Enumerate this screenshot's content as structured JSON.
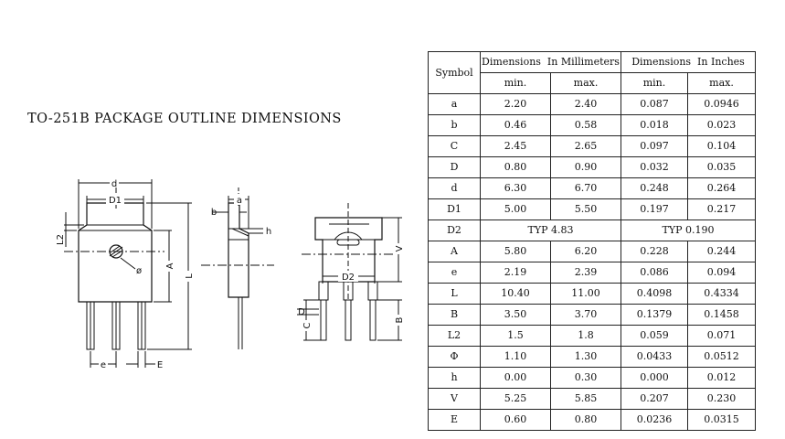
{
  "title": "TO-251B PACKAGE OUTLINE DIMENSIONS",
  "drawing_labels": {
    "d": "d",
    "D1": "D1",
    "L2": "L2",
    "A": "A",
    "L": "L",
    "phi": "ø",
    "e": "e",
    "E": "E",
    "a": "a",
    "b": "b",
    "h": "h",
    "V": "V",
    "D2": "D2",
    "D": "D",
    "C": "C",
    "B": "B"
  },
  "table": {
    "symbol_header": "Symbol",
    "mm_header": "Dimensions  In Millimeters",
    "in_header": "Dimensions  In Inches",
    "min_label": "min.",
    "max_label": "max.",
    "rows": [
      {
        "symbol": "a",
        "mm_min": "2.20",
        "mm_max": "2.40",
        "in_min": "0.087",
        "in_max": "0.0946"
      },
      {
        "symbol": "b",
        "mm_min": "0.46",
        "mm_max": "0.58",
        "in_min": "0.018",
        "in_max": "0.023"
      },
      {
        "symbol": "C",
        "mm_min": "2.45",
        "mm_max": "2.65",
        "in_min": "0.097",
        "in_max": "0.104"
      },
      {
        "symbol": "D",
        "mm_min": "0.80",
        "mm_max": "0.90",
        "in_min": "0.032",
        "in_max": "0.035"
      },
      {
        "symbol": "d",
        "mm_min": "6.30",
        "mm_max": "6.70",
        "in_min": "0.248",
        "in_max": "0.264"
      },
      {
        "symbol": "D1",
        "mm_min": "5.00",
        "mm_max": "5.50",
        "in_min": "0.197",
        "in_max": "0.217"
      },
      {
        "symbol": "D2",
        "mm_typ": "TYP 4.83",
        "in_typ": "TYP 0.190"
      },
      {
        "symbol": "A",
        "mm_min": "5.80",
        "mm_max": "6.20",
        "in_min": "0.228",
        "in_max": "0.244"
      },
      {
        "symbol": "e",
        "mm_min": "2.19",
        "mm_max": "2.39",
        "in_min": "0.086",
        "in_max": "0.094"
      },
      {
        "symbol": "L",
        "mm_min": "10.40",
        "mm_max": "11.00",
        "in_min": "0.4098",
        "in_max": "0.4334"
      },
      {
        "symbol": "B",
        "mm_min": "3.50",
        "mm_max": "3.70",
        "in_min": "0.1379",
        "in_max": "0.1458"
      },
      {
        "symbol": "L2",
        "mm_min": "1.5",
        "mm_max": "1.8",
        "in_min": "0.059",
        "in_max": "0.071"
      },
      {
        "symbol": "Φ",
        "mm_min": "1.10",
        "mm_max": "1.30",
        "in_min": "0.0433",
        "in_max": "0.0512"
      },
      {
        "symbol": "h",
        "mm_min": "0.00",
        "mm_max": "0.30",
        "in_min": "0.000",
        "in_max": "0.012"
      },
      {
        "symbol": "V",
        "mm_min": "5.25",
        "mm_max": "5.85",
        "in_min": "0.207",
        "in_max": "0.230"
      },
      {
        "symbol": "E",
        "mm_min": "0.60",
        "mm_max": "0.80",
        "in_min": "0.0236",
        "in_max": "0.0315"
      }
    ]
  }
}
